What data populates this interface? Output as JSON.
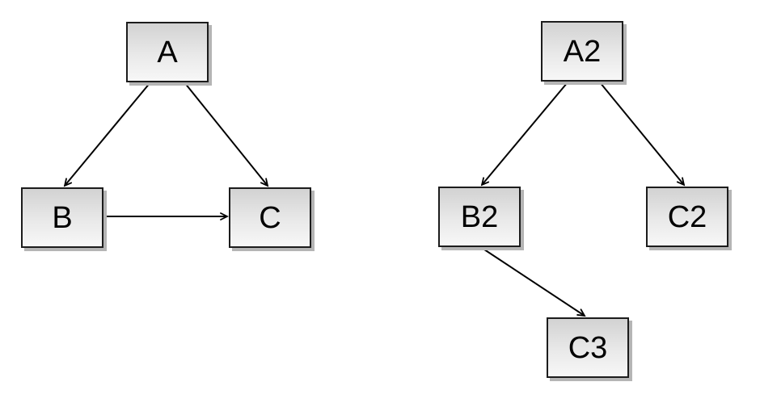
{
  "diagram": {
    "background_color": "#ffffff",
    "node_style": {
      "fill_top": "#d2d2d2",
      "fill_bottom": "#f7f7f7",
      "border_color": "#1c1c1c",
      "shadow_color": "#b5b5b5",
      "text_color": "#000000"
    },
    "edge_color": "#000000",
    "left_graph": {
      "nodes": [
        {
          "id": "A",
          "label": "A"
        },
        {
          "id": "B",
          "label": "B"
        },
        {
          "id": "C",
          "label": "C"
        }
      ],
      "edges": [
        {
          "from": "A",
          "to": "B"
        },
        {
          "from": "A",
          "to": "C"
        },
        {
          "from": "B",
          "to": "C"
        }
      ]
    },
    "right_graph": {
      "nodes": [
        {
          "id": "A2",
          "label": "A2"
        },
        {
          "id": "B2",
          "label": "B2"
        },
        {
          "id": "C2",
          "label": "C2"
        },
        {
          "id": "C3",
          "label": "C3"
        }
      ],
      "edges": [
        {
          "from": "A2",
          "to": "B2"
        },
        {
          "from": "A2",
          "to": "C2"
        },
        {
          "from": "B2",
          "to": "C3"
        }
      ]
    }
  }
}
